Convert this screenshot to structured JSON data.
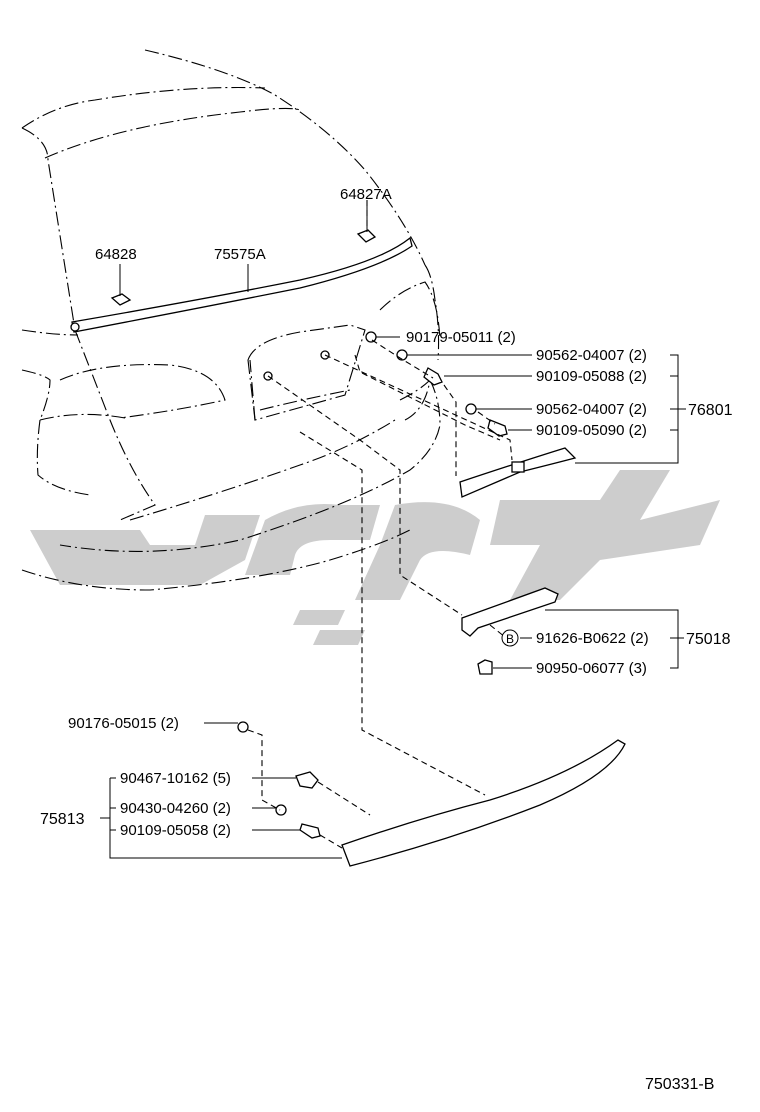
{
  "watermark_color": "#c8c8c8",
  "line_color": "#000000",
  "labels": {
    "p64827A": "64827A",
    "p64828": "64828",
    "p75575A": "75575A",
    "p90179": "90179-05011 (2)",
    "p90562a": "90562-04007 (2)",
    "p90109_088": "90109-05088 (2)",
    "p90562b": "90562-04007 (2)",
    "p90109_090": "90109-05090 (2)",
    "p76801": "76801",
    "p91626": "91626-B0622 (2)",
    "pB": "B",
    "p90950": "90950-06077 (3)",
    "p75018": "75018",
    "p90176": "90176-05015 (2)",
    "p90467": "90467-10162 (5)",
    "p90430": "90430-04260 (2)",
    "p90109_058": "90109-05058 (2)",
    "p75813": "75813",
    "ref": "750331-B"
  }
}
